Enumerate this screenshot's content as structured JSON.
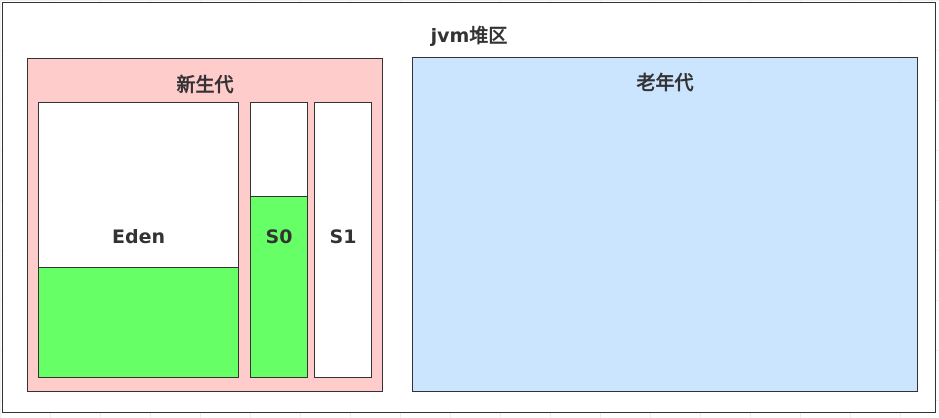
{
  "heap": {
    "title": "jvm堆区",
    "young": {
      "title": "新生代",
      "color": "#ffcccc",
      "eden": {
        "label": "Eden",
        "used_fraction": 0.4,
        "used_color": "#66ff66"
      },
      "s0": {
        "label": "S0",
        "used_fraction": 0.66,
        "used_color": "#66ff66"
      },
      "s1": {
        "label": "S1",
        "used_fraction": 0
      }
    },
    "old": {
      "title": "老年代",
      "color": "#cce5ff"
    }
  }
}
